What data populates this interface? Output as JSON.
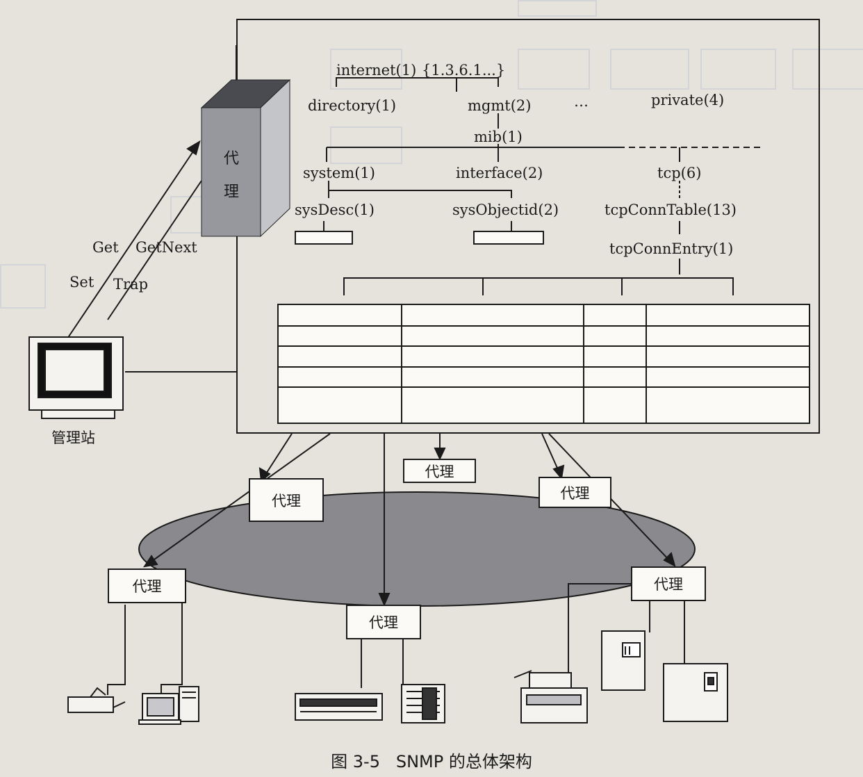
{
  "mib_tree": {
    "internet": "internet(1)",
    "oid": "{1.3.6.1...}",
    "directory": "directory(1)",
    "mgmt": "mgmt(2)",
    "ellipsis": "…",
    "private": "private(4)",
    "mib": "mib(1)",
    "system": "system(1)",
    "interface": "interface(2)",
    "tcp": "tcp(6)",
    "sysdesc": "sysDesc(1)",
    "sysobjectid": "sysObjectid(2)",
    "tcpconntable": "tcpConnTable(13)",
    "tcpconnentry": "tcpConnEntry(1)"
  },
  "main_agent": {
    "char1": "代",
    "char2": "理"
  },
  "manager": {
    "label": "管理站"
  },
  "operations": {
    "get": "Get",
    "getnext": "GetNext",
    "set": "Set",
    "trap": "Trap"
  },
  "agents": [
    "代理",
    "代理",
    "代理",
    "代理",
    "代理",
    "代理"
  ],
  "caption": {
    "prefix": "图 3-5",
    "title": "SNMP 的总体架构"
  },
  "colors": {
    "ink": "#1a1a1a",
    "paper": "#e6e3dd",
    "network": "#8a8a8e",
    "agent_box": "#97989d"
  }
}
